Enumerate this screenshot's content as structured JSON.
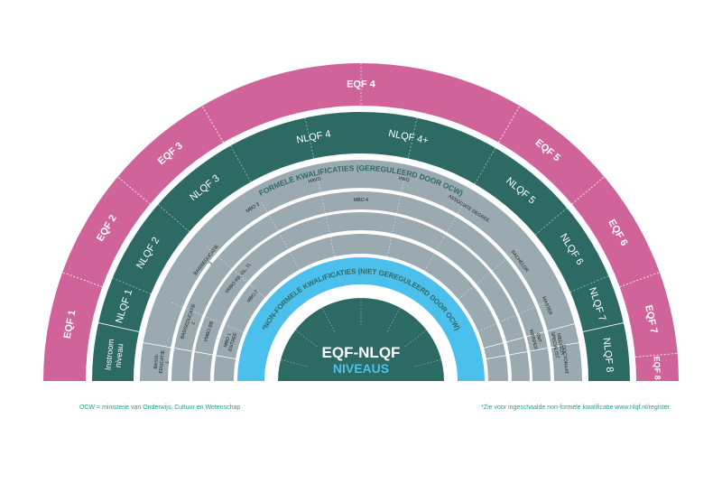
{
  "colors": {
    "eqf": "#d0649a",
    "nlqf": "#2e6a64",
    "formal": "#9aaab0",
    "nonformal": "#4cc0ec",
    "center": "#2e6a64",
    "divider_light": "#e9e9e9",
    "white": "#ffffff",
    "center_sub": "#4cc0ec",
    "footnote": "#2a9d8f"
  },
  "center": {
    "title": "EQF-NLQF",
    "subtitle": "NIVEAUS"
  },
  "eqf_ring": [
    "EQF 1",
    "EQF 2",
    "EQF 3",
    "EQF 4",
    "EQF 5",
    "EQF 6",
    "EQF 7",
    "EQF 8"
  ],
  "nlqf_ring": [
    "Instroom niveau",
    "NLQF 1",
    "NLQF 2",
    "NLQF 3",
    "NLQF 4",
    "NLQF 4+",
    "NLQF 5",
    "NLQF 6",
    "NLQF 7",
    "NLQF 8"
  ],
  "formal": {
    "title": "FORMELE KWALIFICATIES (GEREGULEERD DOOR OCW)",
    "items": {
      "basiseducatie_1": "BASISEDUCATIE 1",
      "basiseducatie_2": "BASISEDUCATIE 2",
      "basiseducatie_3": "BASISEDUCATIE 3",
      "mbo1_entree": "MBO 1 ENTREE",
      "vmbo_bb": "VMBO BB",
      "vmbo_kb": "VMBO KB, GL, TL",
      "mbo2": "MBO 2",
      "mbo3": "MBO 3",
      "havo": "HAVO",
      "mbo4": "MBO 4",
      "vwo": "VWO",
      "associate": "ASSOCIATE DEGREE",
      "bachelor": "BACHELOR",
      "master": "MASTER",
      "doctoraat": "DOCTORAAT",
      "ontwerper": "ONT- WERPER",
      "medisch": "MEDISCH SPECIALIST"
    }
  },
  "nonformal": {
    "title": "*NON-FORMELE KWALIFICATIES (NIET GEREGULEERD DOOR OCW)"
  },
  "footnotes": {
    "left": "OCW = ministerie van Onderwijs, Cultuur en Wetenschap",
    "right": "*Zie voor ingeschaalde non-formele kwalificatie www.nlqf.nl/register"
  }
}
